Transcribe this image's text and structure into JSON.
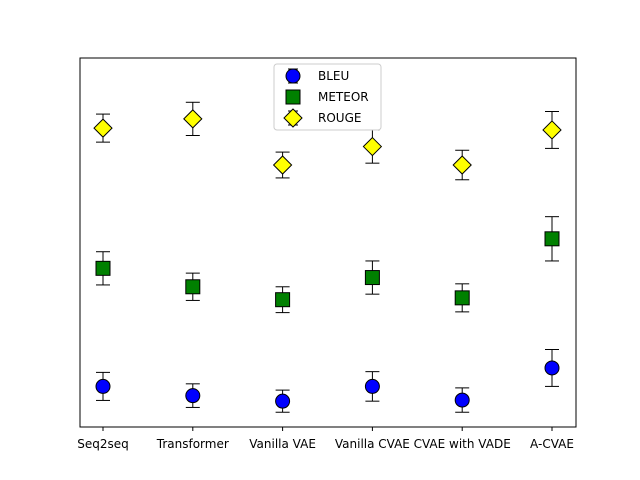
{
  "chart_data": {
    "type": "scatter",
    "title": "",
    "xlabel": "",
    "ylabel": "",
    "categories": [
      "Seq2seq",
      "Transformer",
      "Vanilla VAE",
      "Vanilla CVAE",
      "CVAE with VADE",
      "A-CVAE"
    ],
    "y_ticks_shown": false,
    "ylim": [
      0,
      100
    ],
    "grid": false,
    "legend_position": "top-center",
    "series": [
      {
        "name": "BLEU",
        "marker": "circle",
        "color": "#0000ff",
        "values": [
          11.0,
          8.5,
          7.0,
          11.0,
          7.3,
          16.0
        ],
        "errors": [
          3.8,
          3.2,
          3.0,
          4.0,
          3.3,
          5.0
        ]
      },
      {
        "name": "METEOR",
        "marker": "square",
        "color": "#008000",
        "values": [
          43.0,
          38.0,
          34.5,
          40.5,
          35.0,
          51.0
        ],
        "errors": [
          4.5,
          3.7,
          3.5,
          4.5,
          3.8,
          6.0
        ]
      },
      {
        "name": "ROUGE",
        "marker": "diamond",
        "color": "#ffff00",
        "values": [
          81.0,
          83.5,
          71.0,
          76.0,
          71.0,
          80.5
        ],
        "errors": [
          3.8,
          4.5,
          3.5,
          4.5,
          4.0,
          5.0
        ]
      }
    ]
  }
}
